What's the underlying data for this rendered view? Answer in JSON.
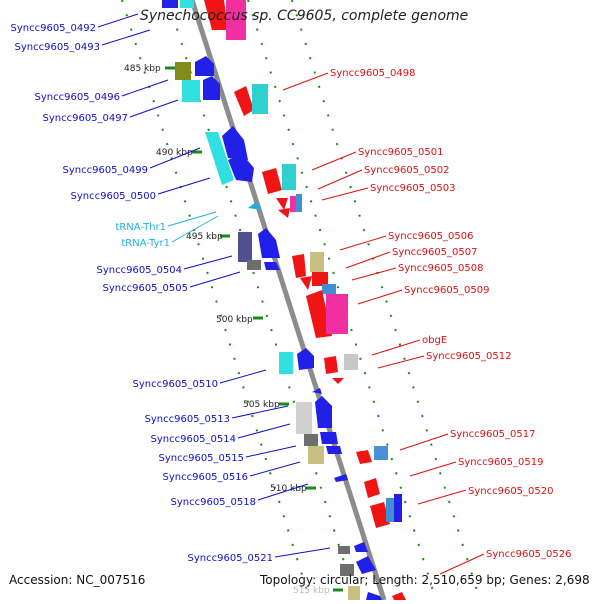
{
  "title": "Synechococcus sp. CC9605, complete genome",
  "accession": "Accession: NC_007516",
  "topology": "Topology: circular; Length: 2,510,659 bp; Genes: 2,698",
  "colors": {
    "backbone": "#8c8c8c",
    "tick": "#1a8a1a",
    "left_label": "#1010c8",
    "right_label": "#e01010",
    "trna_label": "#20b0e0"
  },
  "scale_marks": [
    {
      "label": "485 kbp"
    },
    {
      "label": "490 kbp"
    },
    {
      "label": "495 kbp"
    },
    {
      "label": "500 kbp"
    },
    {
      "label": "505 kbp"
    },
    {
      "label": "510 kbp"
    },
    {
      "label": "515 kbp"
    }
  ],
  "left_genes": [
    {
      "label": "Syncc9605_0492"
    },
    {
      "label": "Syncc9605_0493"
    },
    {
      "label": "Syncc9605_0496"
    },
    {
      "label": "Syncc9605_0497"
    },
    {
      "label": "Syncc9605_0499"
    },
    {
      "label": "Syncc9605_0500"
    },
    {
      "label": "tRNA-Thr1"
    },
    {
      "label": "tRNA-Tyr1"
    },
    {
      "label": "Syncc9605_0504"
    },
    {
      "label": "Syncc9605_0505"
    },
    {
      "label": "Syncc9605_0510"
    },
    {
      "label": "Syncc9605_0513"
    },
    {
      "label": "Syncc9605_0514"
    },
    {
      "label": "Syncc9605_0515"
    },
    {
      "label": "Syncc9605_0516"
    },
    {
      "label": "Syncc9605_0518"
    },
    {
      "label": "Syncc9605_0521"
    }
  ],
  "right_genes": [
    {
      "label": "Syncc9605_0498"
    },
    {
      "label": "Syncc9605_0501"
    },
    {
      "label": "Syncc9605_0502"
    },
    {
      "label": "Syncc9605_0503"
    },
    {
      "label": "Syncc9605_0506"
    },
    {
      "label": "Syncc9605_0507"
    },
    {
      "label": "Syncc9605_0508"
    },
    {
      "label": "Syncc9605_0509"
    },
    {
      "label": "obgE"
    },
    {
      "label": "Syncc9605_0512"
    },
    {
      "label": "Syncc9605_0517"
    },
    {
      "label": "Syncc9605_0519"
    },
    {
      "label": "Syncc9605_0520"
    },
    {
      "label": "Syncc9605_0526"
    }
  ]
}
